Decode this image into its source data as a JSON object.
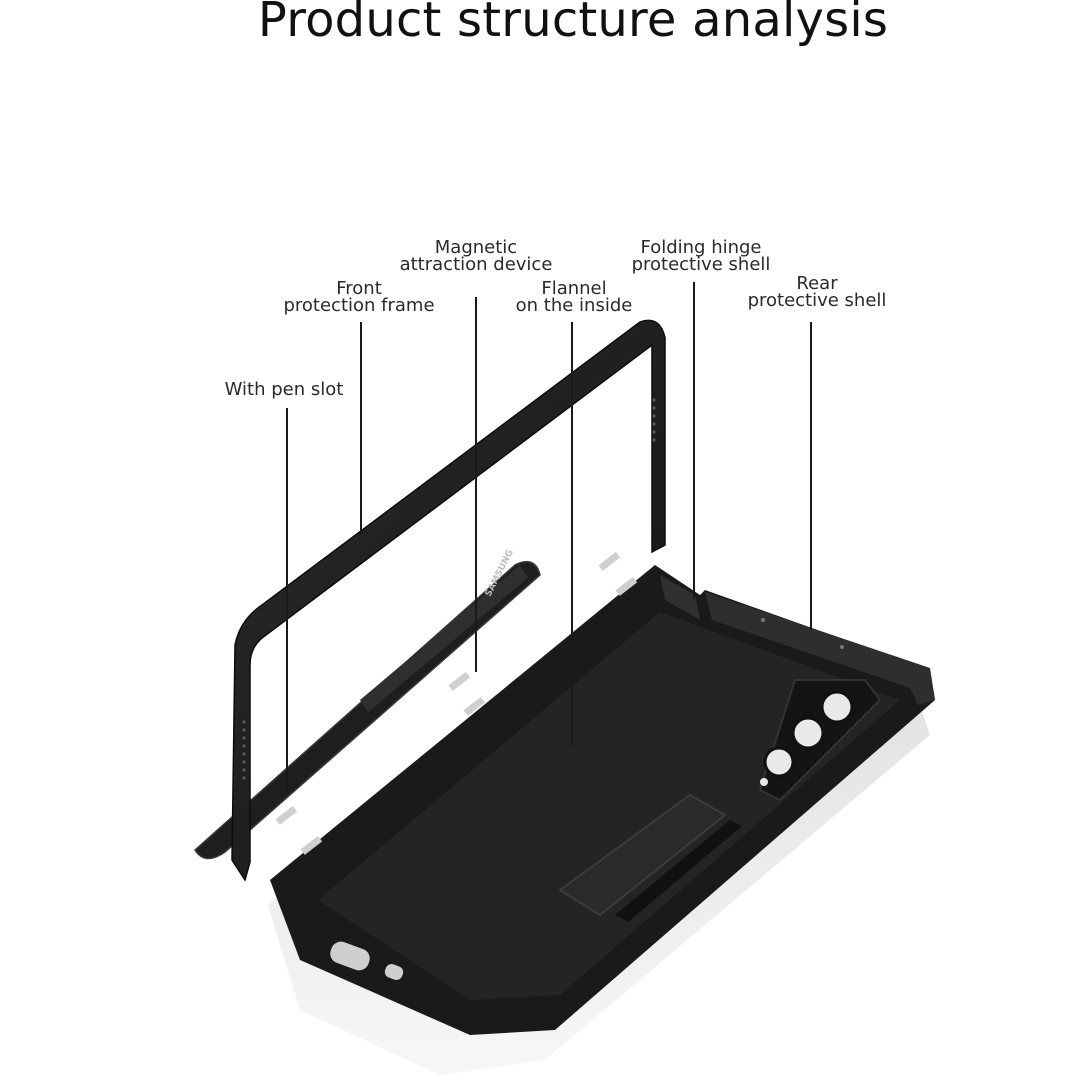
{
  "header": {
    "title": "Product structure analysis"
  },
  "callouts": {
    "pen_slot": {
      "line1": "With pen slot"
    },
    "front_frame": {
      "line1": "Front",
      "line2": "protection frame"
    },
    "magnetic": {
      "line1": "Magnetic",
      "line2": "attraction device"
    },
    "flannel": {
      "line1": "Flannel",
      "line2": "on the inside"
    },
    "hinge": {
      "line1": "Folding hinge",
      "line2": "protective shell"
    },
    "rear_shell": {
      "line1": "Rear",
      "line2": "protective shell"
    }
  },
  "pen": {
    "brand_text": "SAMSUNG"
  },
  "colors": {
    "case_black": "#1c1c1c",
    "case_edge": "#3a3a3a",
    "flannel": "#262626",
    "reflection": "#e6e6e6",
    "leader_line": "#1a1a1a",
    "magnet": "#d0d0d0"
  }
}
